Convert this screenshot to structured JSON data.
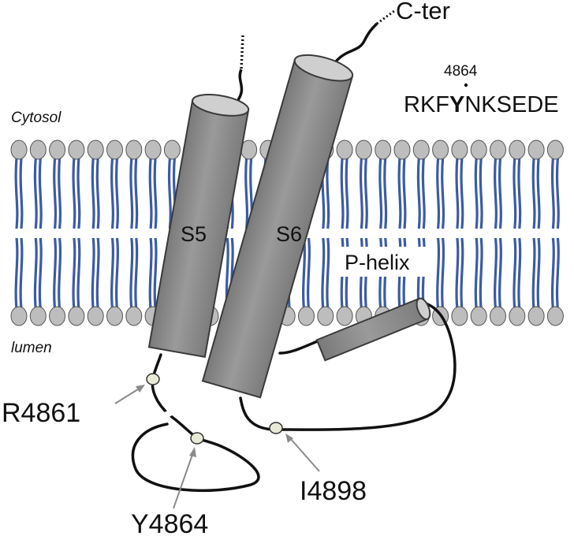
{
  "labels": {
    "cytosol": "Cytosol",
    "lumen": "lumen",
    "cter": "C-ter",
    "s5": "S5",
    "s6": "S6",
    "phelix": "P-helix",
    "residue_number": "4864",
    "seq_pre": "RKF",
    "seq_y": "Y",
    "seq_post": "NKSEDE",
    "r4861": "R4861",
    "y4864": "Y4864",
    "i4898": "I4898"
  },
  "colors": {
    "helix_fill": "#8c8c8c",
    "helix_stroke": "#3a3a3a",
    "lipid_head": "#bdbdbd",
    "lipid_tail": "#3b5ba5",
    "residue_fill": "#e8ead6",
    "arrow": "#8a8a8a"
  }
}
